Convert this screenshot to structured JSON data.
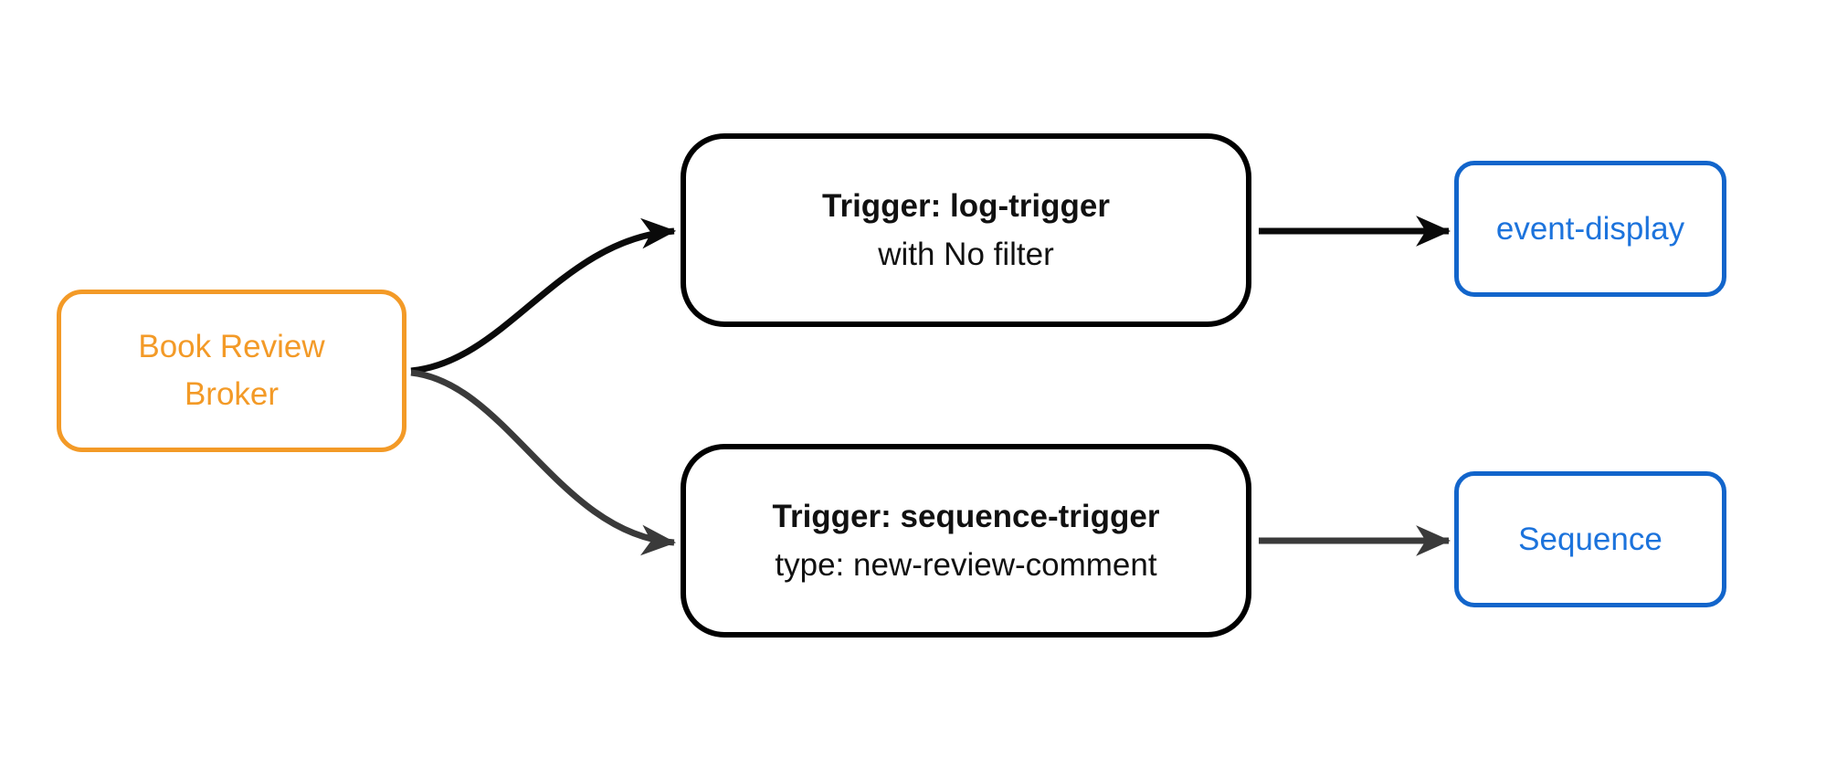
{
  "diagram": {
    "type": "flowchart",
    "nodes": {
      "broker": {
        "label": "Book Review Broker"
      },
      "log_trigger": {
        "title": "Trigger: log-trigger",
        "subtitle": "with No filter"
      },
      "sequence_trigger": {
        "title": "Trigger: sequence-trigger",
        "subtitle": "type: new-review-comment"
      },
      "event_display": {
        "label": "event-display"
      },
      "sequence": {
        "label": "Sequence"
      }
    },
    "edges": [
      {
        "from": "broker",
        "to": "log_trigger"
      },
      {
        "from": "broker",
        "to": "sequence_trigger"
      },
      {
        "from": "log_trigger",
        "to": "event_display"
      },
      {
        "from": "sequence_trigger",
        "to": "sequence"
      }
    ]
  },
  "colors": {
    "broker_accent": "#F39A27",
    "trigger_border": "#000000",
    "trigger_text": "#111111",
    "endpoint_border": "#1265CB",
    "endpoint_text": "#1C73DC",
    "edge_top": "#0A0A0A",
    "edge_bottom": "#3A3A3A"
  }
}
